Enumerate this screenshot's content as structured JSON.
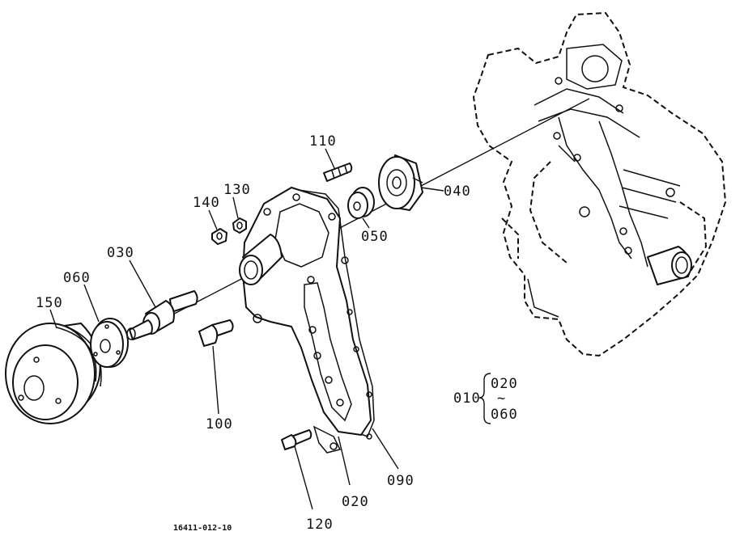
{
  "labels": {
    "p010": "010",
    "p020": "020",
    "p020_range": "020",
    "range_tilde": "~",
    "p060_range": "060",
    "p030": "030",
    "p040": "040",
    "p050": "050",
    "p060": "060",
    "p090": "090",
    "p100": "100",
    "p110": "110",
    "p120": "120",
    "p130": "130",
    "p140": "140",
    "p150": "150"
  },
  "figure_number": "16411-012-10"
}
